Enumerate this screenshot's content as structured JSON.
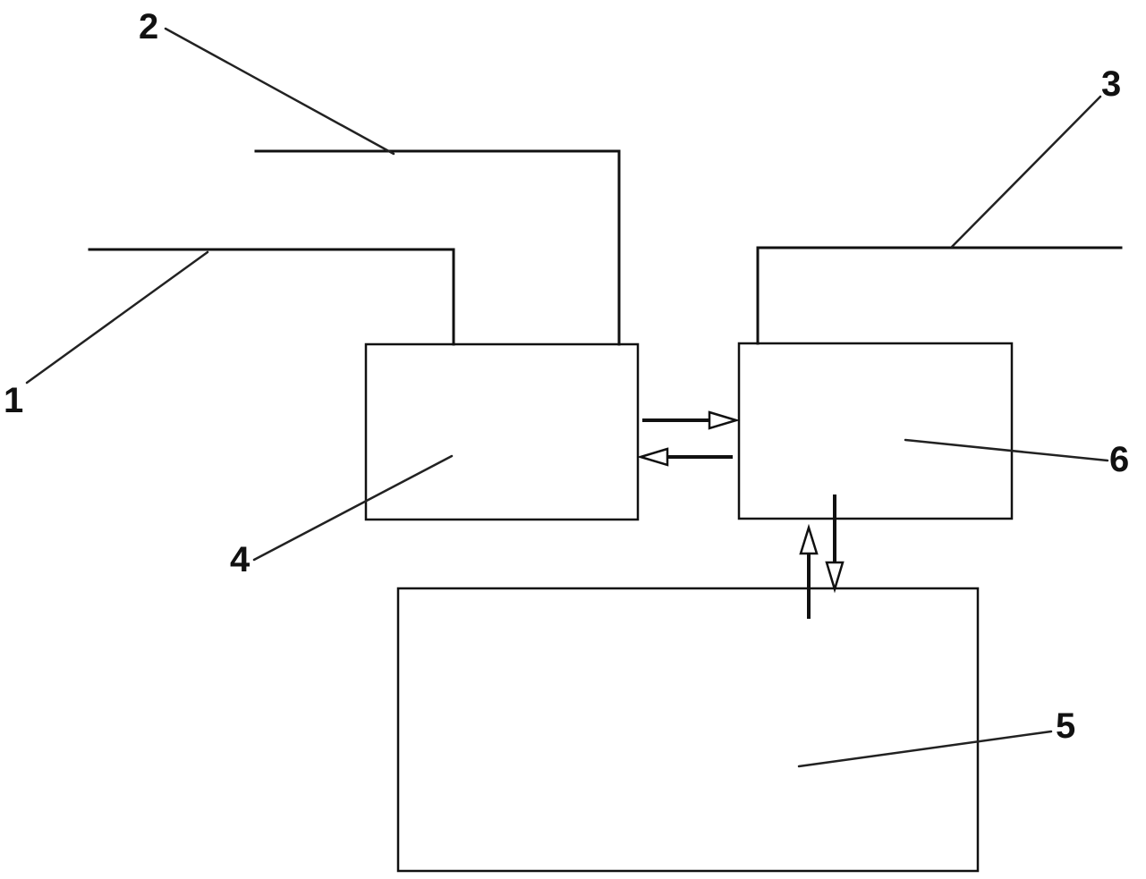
{
  "labels": {
    "ref_1": "1",
    "ref_2": "2",
    "ref_3": "3",
    "ref_4": "4",
    "ref_5": "5",
    "ref_6": "6"
  },
  "colors": {
    "stroke": "#111111",
    "background": "#ffffff"
  }
}
